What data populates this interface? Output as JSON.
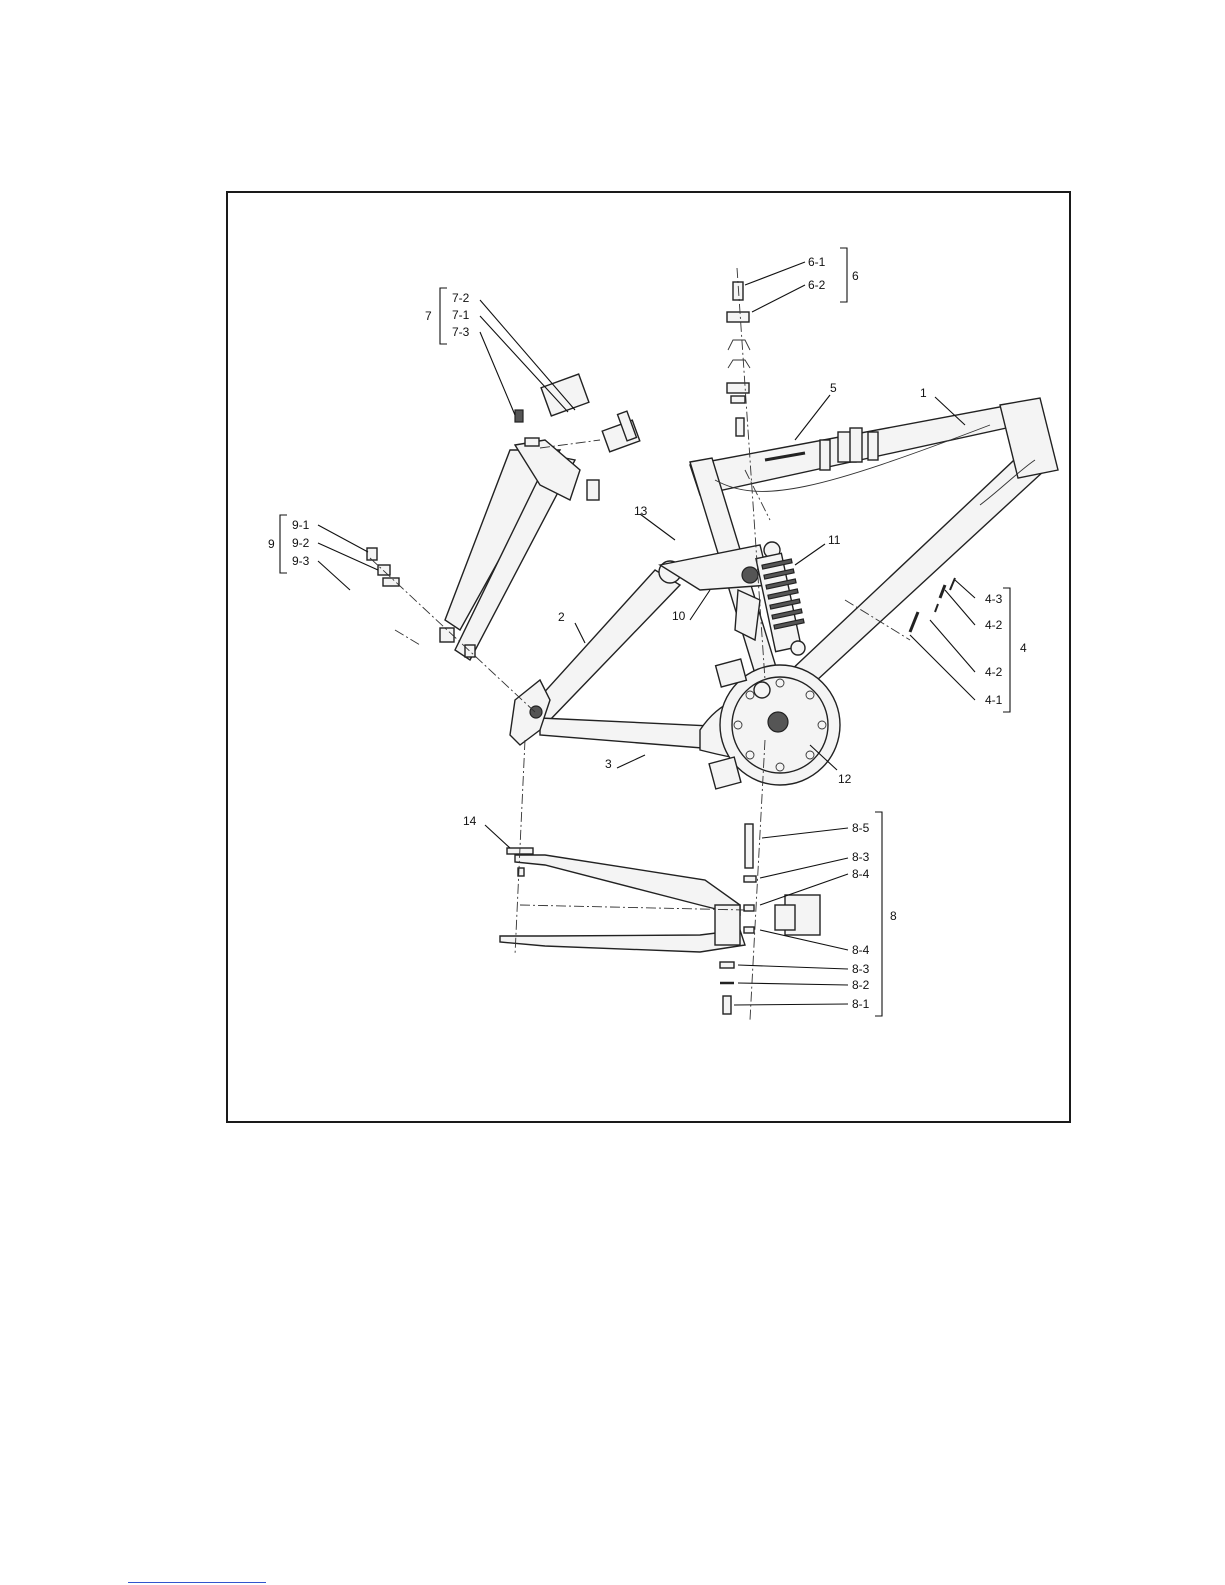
{
  "diagram": {
    "labels": {
      "l1": "1",
      "l2": "2",
      "l3": "3",
      "l4": "4",
      "l4_1": "4-1",
      "l4_2a": "4-2",
      "l4_2b": "4-2",
      "l4_3": "4-3",
      "l5": "5",
      "l6": "6",
      "l6_1": "6-1",
      "l6_2": "6-2",
      "l7": "7",
      "l7_1": "7-1",
      "l7_2": "7-2",
      "l7_3": "7-3",
      "l8": "8",
      "l8_1": "8-1",
      "l8_2": "8-2",
      "l8_3a": "8-3",
      "l8_3b": "8-3",
      "l8_4a": "8-4",
      "l8_4b": "8-4",
      "l8_5": "8-5",
      "l9": "9",
      "l9_1": "9-1",
      "l9_2": "9-2",
      "l9_3": "9-3",
      "l10": "10",
      "l11": "11",
      "l12": "12",
      "l13": "13",
      "l14": "14"
    }
  }
}
